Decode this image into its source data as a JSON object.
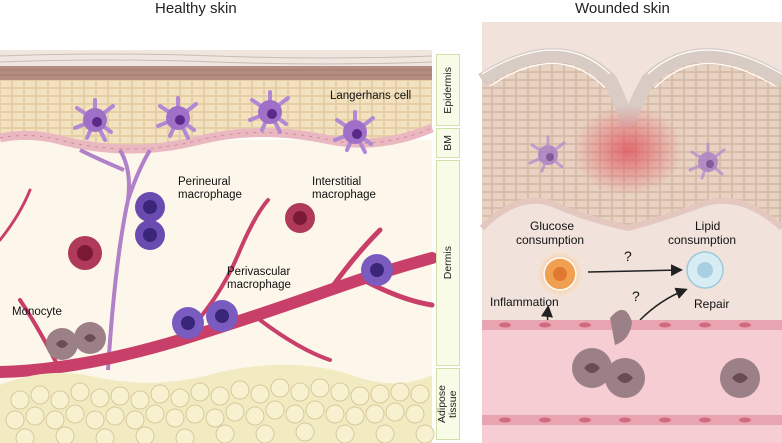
{
  "panels": {
    "healthy": {
      "title": "Healthy skin",
      "labels": {
        "langerhans": "Langerhans cell",
        "perineural_1": "Perineural",
        "perineural_2": "macrophage",
        "interstitial_1": "Interstitial",
        "interstitial_2": "macrophage",
        "perivascular_1": "Perivascular",
        "perivascular_2": "macrophage",
        "monocyte": "Monocyte"
      },
      "layers": {
        "epidermis": "Epidermis",
        "bm": "BM",
        "dermis": "Dermis",
        "adipose_1": "Adipose",
        "adipose_2": "tissue"
      }
    },
    "wounded": {
      "title": "Wounded skin",
      "labels": {
        "glucose_1": "Glucose",
        "glucose_2": "consumption",
        "lipid_1": "Lipid",
        "lipid_2": "consumption",
        "question_1": "?",
        "question_2": "?",
        "inflammation": "Inflammation",
        "repair": "Repair"
      }
    }
  },
  "colors": {
    "epidermis": "#f3e2c0",
    "dermis": "#fdf6ea",
    "vessel": "#c8406a",
    "langerhans": "#a070c8",
    "macrophage": "#7a5cc0",
    "interstitial": "#b03a5a",
    "monocyte": "#9c8088",
    "adipose": "#f2ebc2",
    "wound_bg": "#f1e3dc",
    "wound_vessel": "#f6cdd2",
    "glucose_cell": "#f0a050",
    "lipid_cell": "#d8ecf4"
  }
}
